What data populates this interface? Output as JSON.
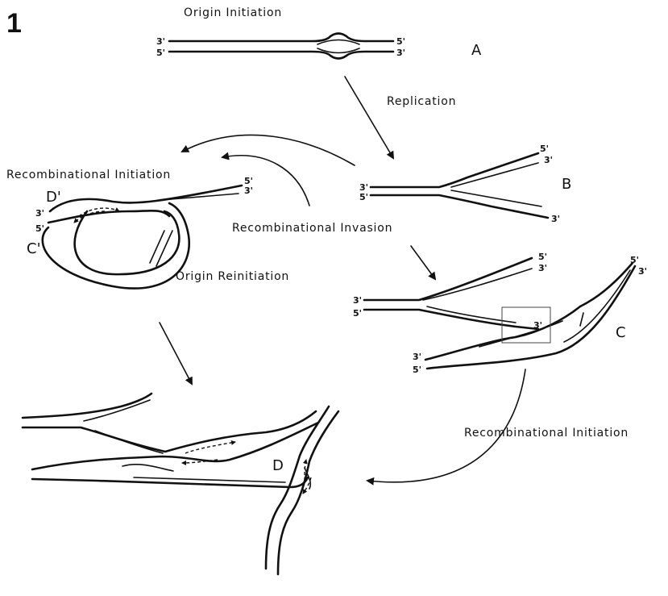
{
  "figure_number": "1",
  "titles": {
    "origin_initiation": "Origin Initiation",
    "replication": "Replication",
    "recombinational_initiation_left": "Recombinational Initiation",
    "recombinational_invasion": "Recombinational Invasion",
    "origin_reinitiation": "Origin Reinitiation",
    "recombinational_initiation_right": "Recombinational Initiation"
  },
  "panels": {
    "a": "A",
    "b": "B",
    "c": "C",
    "c_prime": "C'",
    "d": "D",
    "d_prime": "D'"
  },
  "ends": {
    "three": "3'",
    "five": "5'"
  }
}
